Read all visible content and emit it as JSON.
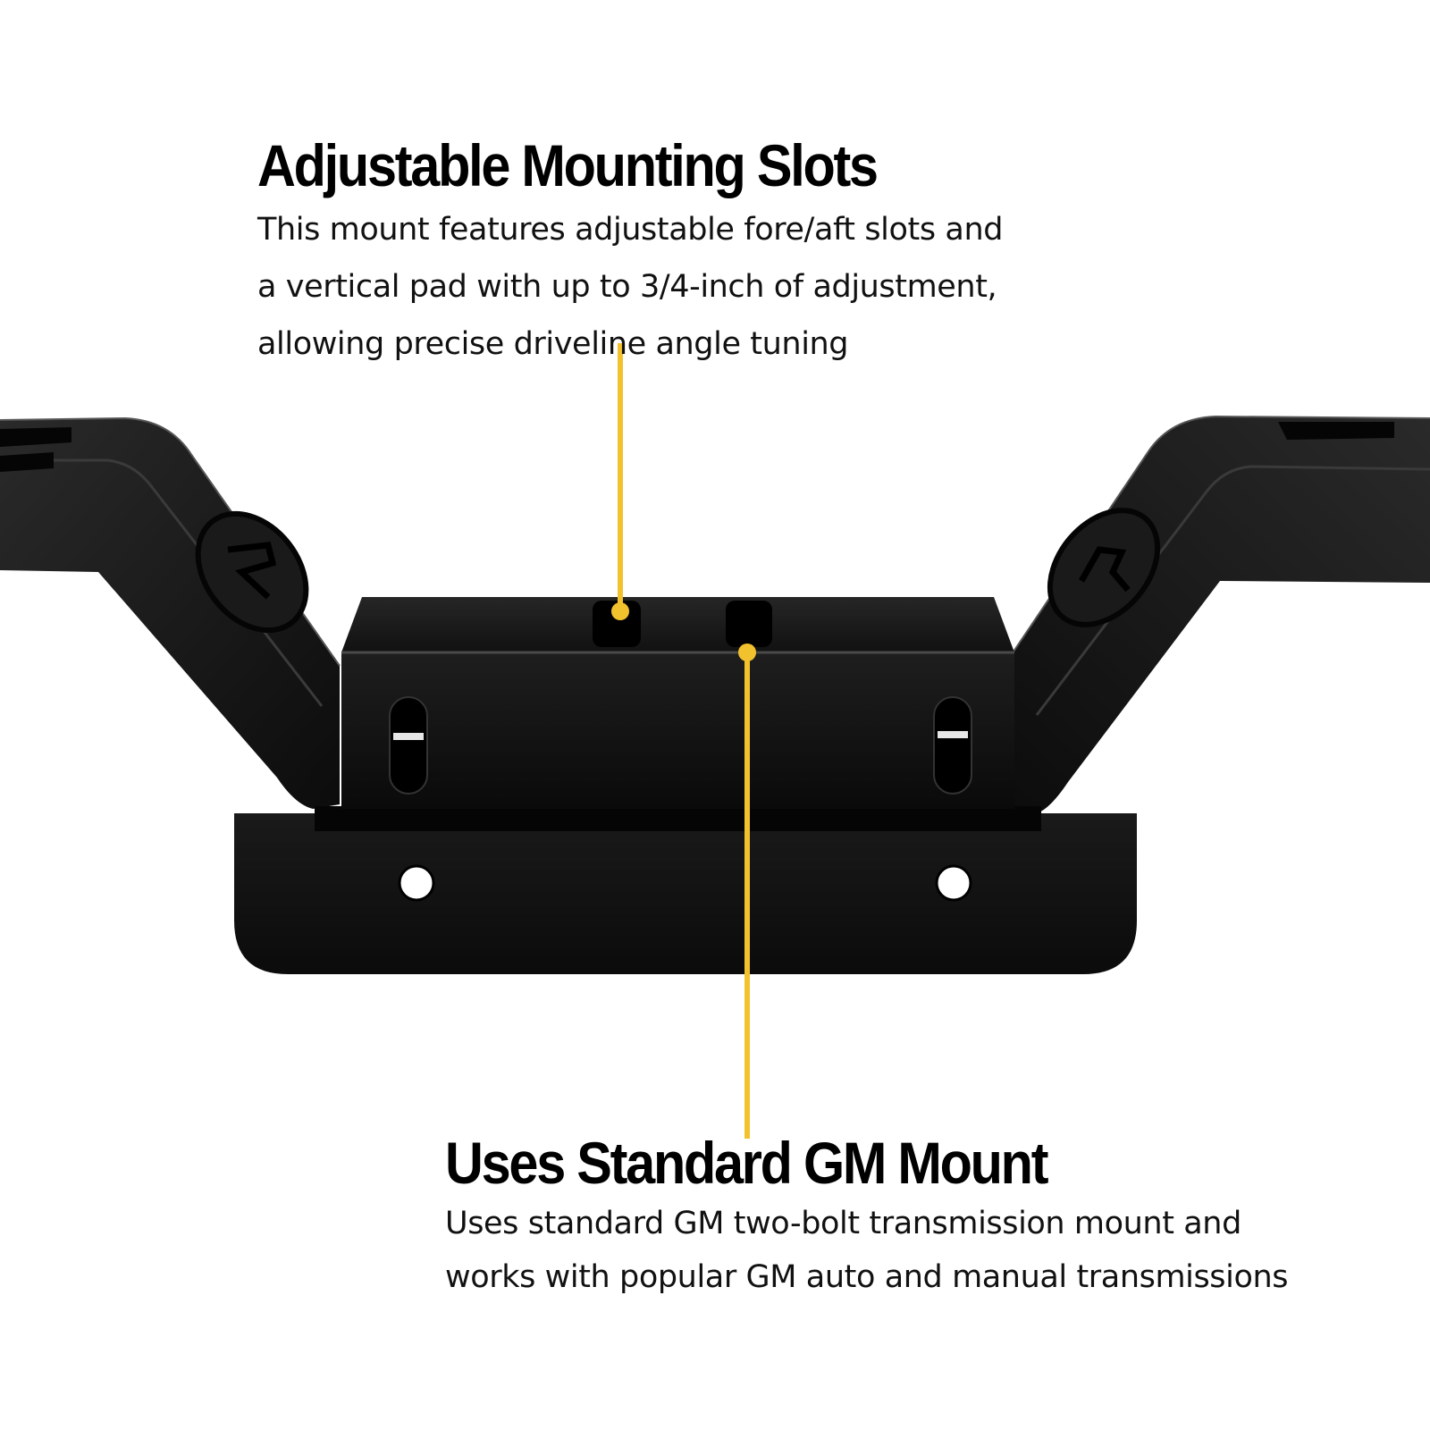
{
  "product": {
    "name": "transmission crossmember",
    "finish_color": "#141414",
    "logo_icon": "brand-logo-icon"
  },
  "callouts": {
    "top": {
      "title": "Adjustable Mounting Slots",
      "lines": [
        "This mount features adjustable fore/aft slots and",
        "a vertical pad with up to 3/4-inch of adjustment,",
        "allowing precise driveline angle tuning"
      ]
    },
    "bottom": {
      "title": "Uses Standard GM  Mount",
      "lines": [
        "Uses standard GM two-bolt transmission mount and",
        "works with popular GM auto and manual transmissions"
      ]
    }
  },
  "colors": {
    "leader_line": "#f2c12e",
    "text": "#000000",
    "background": "#ffffff"
  }
}
